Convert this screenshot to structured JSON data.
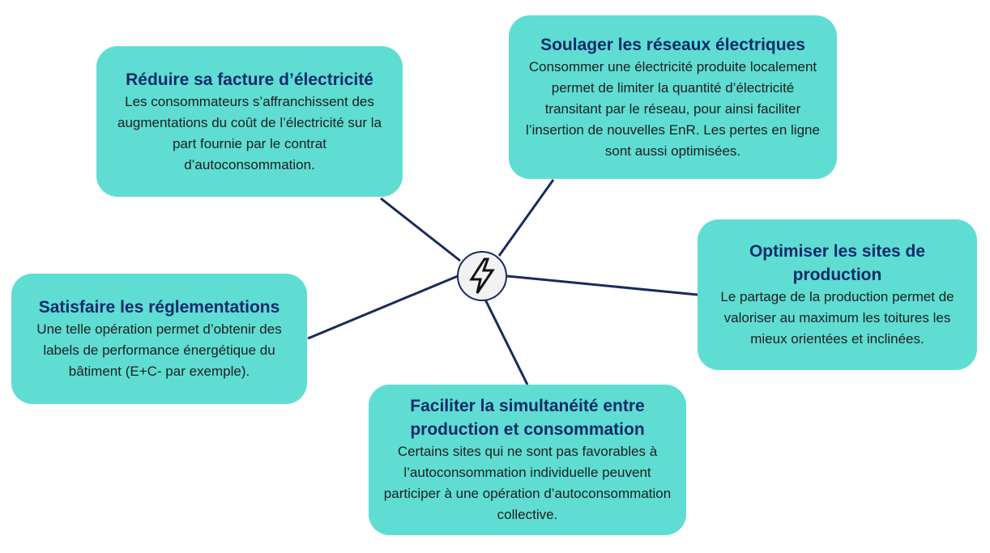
{
  "hub": {
    "icon": "lightning-bolt-icon"
  },
  "colors": {
    "card_fill": "#5fddd3",
    "title": "#0f2a6b",
    "connector": "#1a2a5c",
    "hub_fill": "#f2f2f2"
  },
  "cards": {
    "facture": {
      "title": "Réduire sa facture d’électricité",
      "text": "Les consommateurs s’affranchissent des augmentations du coût de l’électricité sur la part fournie par le contrat d’autoconsommation."
    },
    "reseaux": {
      "title": "Soulager les réseaux électriques",
      "text": "Consommer une électricité produite localement permet de limiter la quantité d’électricité transitant par le réseau, pour ainsi faciliter l’insertion de nouvelles EnR. Les pertes en ligne sont aussi optimisées."
    },
    "sites": {
      "title": "Optimiser les sites de production",
      "text": "Le partage de la production permet de valoriser au maximum les toitures les mieux orientées et inclinées."
    },
    "reglementations": {
      "title": "Satisfaire les réglementations",
      "text": "Une telle opération permet d’obtenir des labels de performance énergétique du bâtiment (E+C- par exemple)."
    },
    "simultaneite": {
      "title": "Faciliter la simultanéité entre production et consommation",
      "text": "Certains sites qui ne sont pas favorables à l’autoconsommation individuelle peuvent participer à une opération d’autoconsommation collective."
    }
  }
}
